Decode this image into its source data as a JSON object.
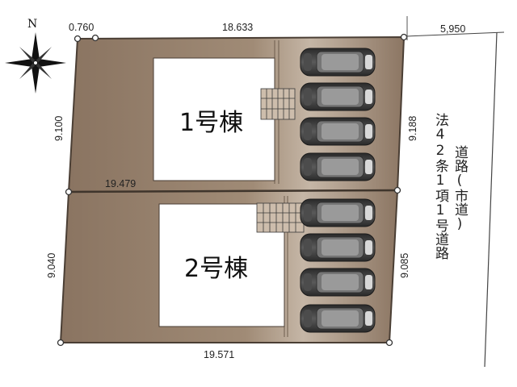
{
  "compass": {
    "label": "N"
  },
  "lots": [
    {
      "building_label": "1号棟",
      "parking_spaces": 4
    },
    {
      "building_label": "2号棟",
      "parking_spaces": 4
    }
  ],
  "dimensions": {
    "top_offset": "0.760",
    "top": "18.633",
    "road_gap": "5,950",
    "lot1_left": "9.100",
    "lot1_right": "9.188",
    "middle": "19.479",
    "lot2_left": "9.040",
    "lot2_right": "9.085",
    "bottom": "19.571"
  },
  "road": {
    "line1": "法42条1項1号道路",
    "line2": "道路(市道)"
  },
  "colors": {
    "lot_fill": "#8f7762",
    "lot_highlight": "#b19f8d",
    "building": "#ffffff",
    "car_body": "#3a3a3a",
    "outline": "#5a4c40"
  }
}
